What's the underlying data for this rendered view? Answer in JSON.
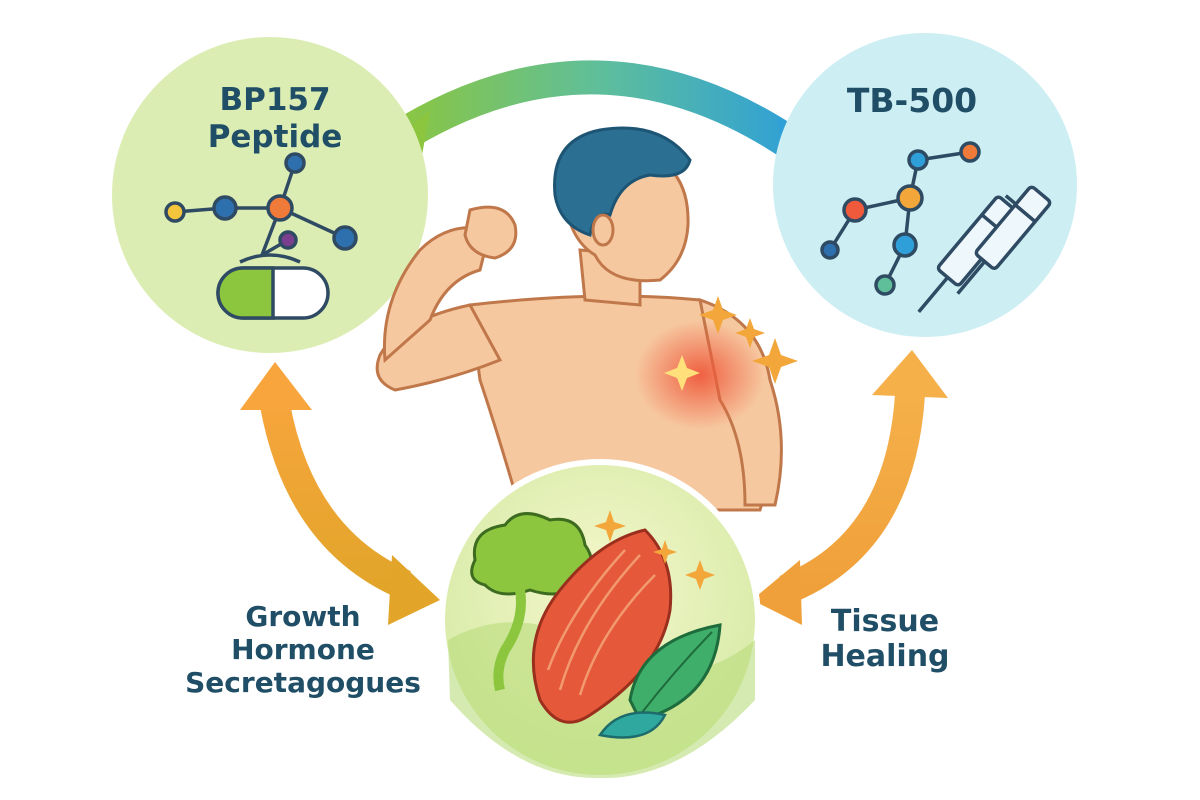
{
  "nodes": {
    "bp157": {
      "line1": "BP157",
      "line2": "Peptide"
    },
    "tb500": {
      "line1": "TB-500"
    },
    "ghs": {
      "line1": "Growth",
      "line2": "Hormone",
      "line3": "Secretagogues"
    },
    "tissue": {
      "line1": "Tissue",
      "line2": "Healing"
    }
  },
  "colors": {
    "bp157_bg": "#dcedb4",
    "tb500_bg": "#cdeef3",
    "bottom_bg": "#e7f1c0",
    "text": "#1f4e66",
    "arrow_green": "#8cc63f",
    "arrow_blue": "#2e9fd8",
    "arrow_orange": "#f0a03a",
    "skin": "#f6c8a0",
    "hair": "#2b6f92",
    "inflammation": "#ef5a3c"
  },
  "icons": [
    "molecule-icon",
    "capsule-icon",
    "syringe-icon",
    "brain-icon",
    "muscle-fiber-icon",
    "leaf-icon",
    "sparkle-icon"
  ]
}
